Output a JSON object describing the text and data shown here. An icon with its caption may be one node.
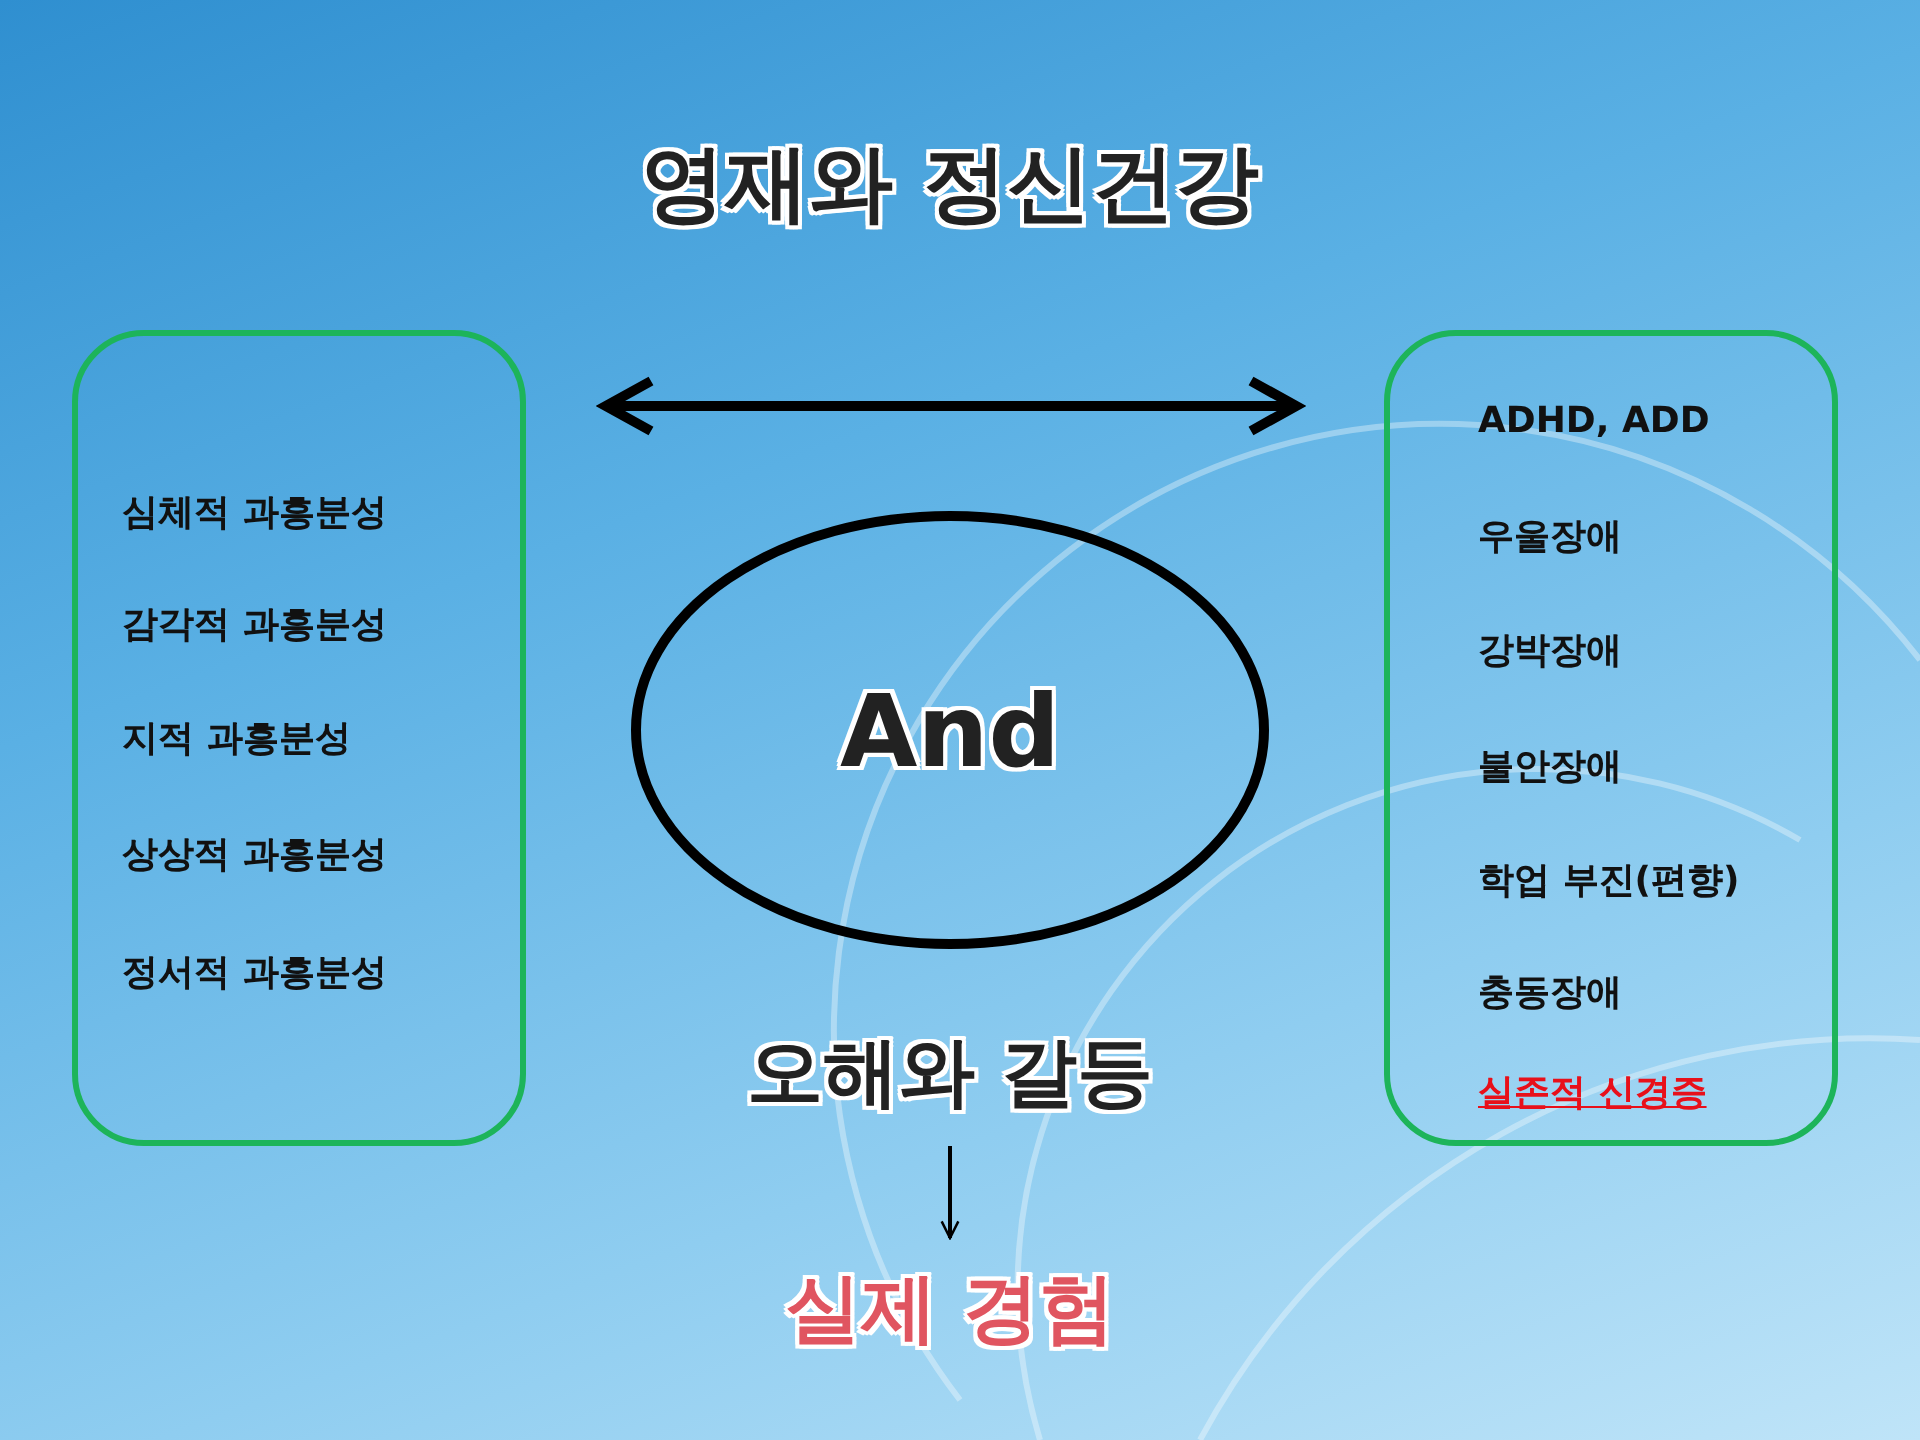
{
  "diagram": {
    "title": "영재와 정신건강",
    "nodes": [
      {
        "text": [
          "심체적 과흥분성",
          "감각적 과흥분성",
          "지적 과흥분성",
          "상상적 과흥분성",
          "정서적 과흥분성"
        ]
      },
      {
        "text": [
          "ADHD, ADD",
          "우울장애",
          "강박장애",
          "불안장애",
          "학업 부진(편향)",
          "충동장애",
          "실존적 신경증"
        ]
      },
      {
        "text": [
          "And"
        ]
      },
      {
        "text": [
          "오해와 갈등"
        ]
      },
      {
        "text": [
          "실제 경험"
        ]
      }
    ],
    "edges": [
      {
        "from": 0,
        "to": 1,
        "arrow": "both",
        "style": "thick"
      },
      {
        "from": 3,
        "to": 4,
        "arrow": "to"
      }
    ]
  }
}
